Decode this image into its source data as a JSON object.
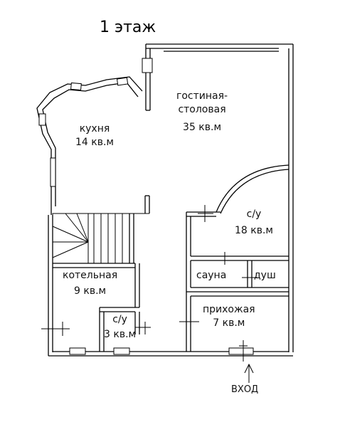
{
  "title": "1 этаж",
  "rooms": {
    "living": {
      "name_line1": "гостиная-",
      "name_line2": "столовая",
      "area": "35 кв.м"
    },
    "kitchen": {
      "name": "кухня",
      "area": "14 кв.м"
    },
    "bathroom_big": {
      "name": "с/у",
      "area": "18 кв.м"
    },
    "sauna": {
      "name": "сауна"
    },
    "shower": {
      "name": "душ"
    },
    "boiler": {
      "name": "котельная",
      "area": "9 кв.м"
    },
    "bathroom_small": {
      "name": "с/у",
      "area": "3 кв.м"
    },
    "hall": {
      "name": "прихожая",
      "area": "7 кв.м"
    }
  },
  "entrance": {
    "label": "вход"
  }
}
